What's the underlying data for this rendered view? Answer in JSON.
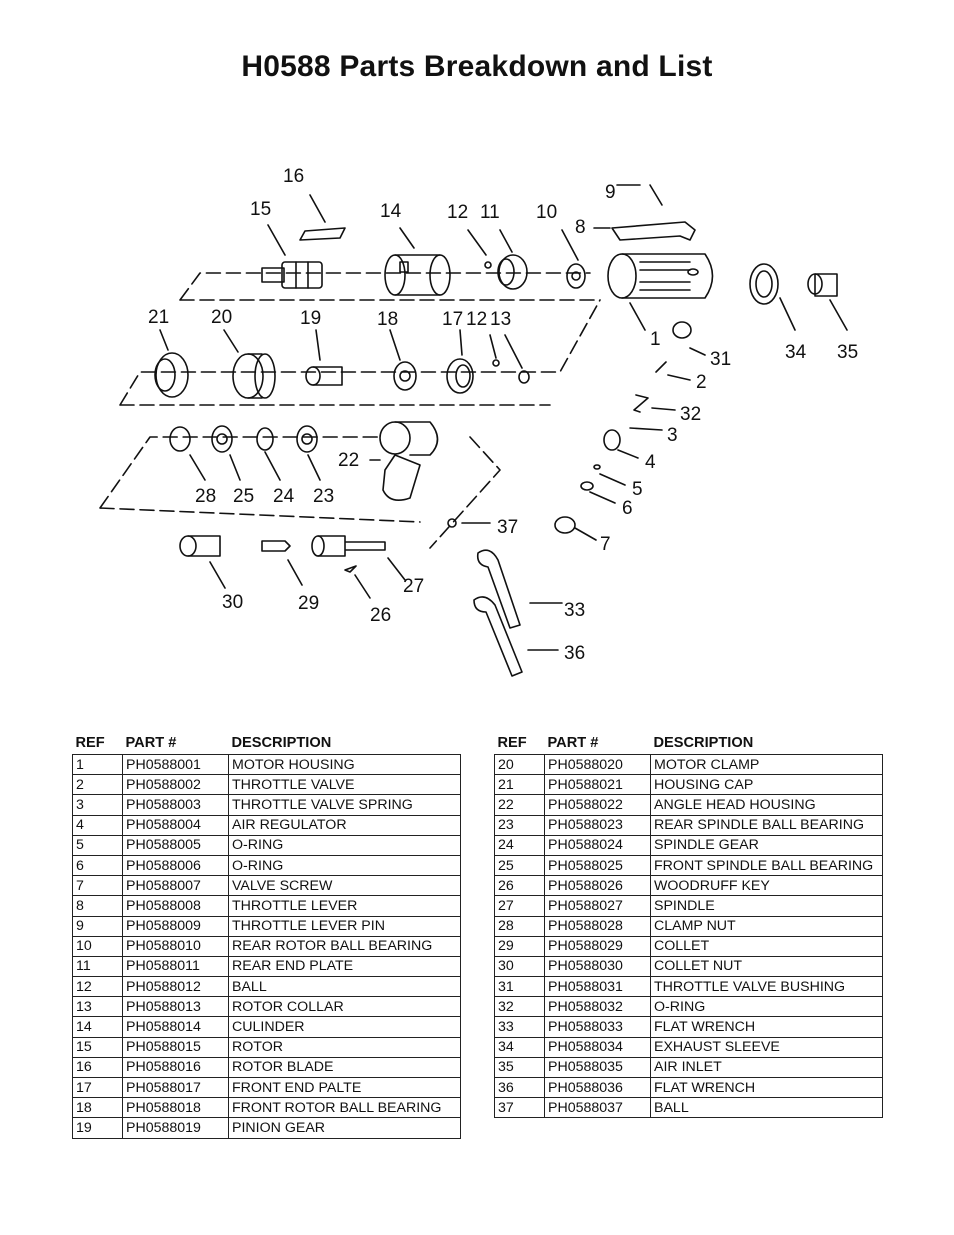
{
  "title": "H0588 Parts Breakdown and List",
  "callouts": [
    "1",
    "2",
    "3",
    "4",
    "5",
    "6",
    "7",
    "8",
    "9",
    "10",
    "11",
    "12",
    "13",
    "14",
    "15",
    "16",
    "17",
    "18",
    "19",
    "20",
    "21",
    "22",
    "23",
    "24",
    "25",
    "26",
    "27",
    "28",
    "29",
    "30",
    "31",
    "32",
    "33",
    "34",
    "35",
    "36",
    "37"
  ],
  "headers": {
    "ref": "REF",
    "part": "PART #",
    "desc": "DESCRIPTION"
  },
  "parts_left": [
    {
      "ref": "1",
      "part": "PH0588001",
      "desc": "MOTOR HOUSING"
    },
    {
      "ref": "2",
      "part": "PH0588002",
      "desc": "THROTTLE VALVE"
    },
    {
      "ref": "3",
      "part": "PH0588003",
      "desc": "THROTTLE VALVE SPRING"
    },
    {
      "ref": "4",
      "part": "PH0588004",
      "desc": "AIR REGULATOR"
    },
    {
      "ref": "5",
      "part": "PH0588005",
      "desc": "O-RING"
    },
    {
      "ref": "6",
      "part": "PH0588006",
      "desc": "O-RING"
    },
    {
      "ref": "7",
      "part": "PH0588007",
      "desc": "VALVE SCREW"
    },
    {
      "ref": "8",
      "part": "PH0588008",
      "desc": "THROTTLE LEVER"
    },
    {
      "ref": "9",
      "part": "PH0588009",
      "desc": "THROTTLE LEVER PIN"
    },
    {
      "ref": "10",
      "part": "PH0588010",
      "desc": "REAR ROTOR BALL BEARING"
    },
    {
      "ref": "11",
      "part": "PH0588011",
      "desc": "REAR END PLATE"
    },
    {
      "ref": "12",
      "part": "PH0588012",
      "desc": "BALL"
    },
    {
      "ref": "13",
      "part": "PH0588013",
      "desc": "ROTOR COLLAR"
    },
    {
      "ref": "14",
      "part": "PH0588014",
      "desc": "CULINDER"
    },
    {
      "ref": "15",
      "part": "PH0588015",
      "desc": "ROTOR"
    },
    {
      "ref": "16",
      "part": "PH0588016",
      "desc": "ROTOR BLADE"
    },
    {
      "ref": "17",
      "part": "PH0588017",
      "desc": "FRONT END PALTE"
    },
    {
      "ref": "18",
      "part": "PH0588018",
      "desc": "FRONT ROTOR BALL BEARING"
    },
    {
      "ref": "19",
      "part": "PH0588019",
      "desc": "PINION GEAR"
    }
  ],
  "parts_right": [
    {
      "ref": "20",
      "part": "PH0588020",
      "desc": "MOTOR CLAMP"
    },
    {
      "ref": "21",
      "part": "PH0588021",
      "desc": "HOUSING CAP"
    },
    {
      "ref": "22",
      "part": "PH0588022",
      "desc": "ANGLE HEAD HOUSING"
    },
    {
      "ref": "23",
      "part": "PH0588023",
      "desc": "REAR SPINDLE BALL BEARING"
    },
    {
      "ref": "24",
      "part": "PH0588024",
      "desc": "SPINDLE GEAR"
    },
    {
      "ref": "25",
      "part": "PH0588025",
      "desc": "FRONT SPINDLE BALL BEARING"
    },
    {
      "ref": "26",
      "part": "PH0588026",
      "desc": "WOODRUFF KEY"
    },
    {
      "ref": "27",
      "part": "PH0588027",
      "desc": "SPINDLE"
    },
    {
      "ref": "28",
      "part": "PH0588028",
      "desc": "CLAMP NUT"
    },
    {
      "ref": "29",
      "part": "PH0588029",
      "desc": "COLLET"
    },
    {
      "ref": "30",
      "part": "PH0588030",
      "desc": "COLLET NUT"
    },
    {
      "ref": "31",
      "part": "PH0588031",
      "desc": "THROTTLE VALVE BUSHING"
    },
    {
      "ref": "32",
      "part": "PH0588032",
      "desc": "O-RING"
    },
    {
      "ref": "33",
      "part": "PH0588033",
      "desc": "FLAT WRENCH"
    },
    {
      "ref": "34",
      "part": "PH0588034",
      "desc": "EXHAUST SLEEVE"
    },
    {
      "ref": "35",
      "part": "PH0588035",
      "desc": "AIR INLET"
    },
    {
      "ref": "36",
      "part": "PH0588036",
      "desc": "FLAT WRENCH"
    },
    {
      "ref": "37",
      "part": "PH0588037",
      "desc": "BALL"
    }
  ]
}
